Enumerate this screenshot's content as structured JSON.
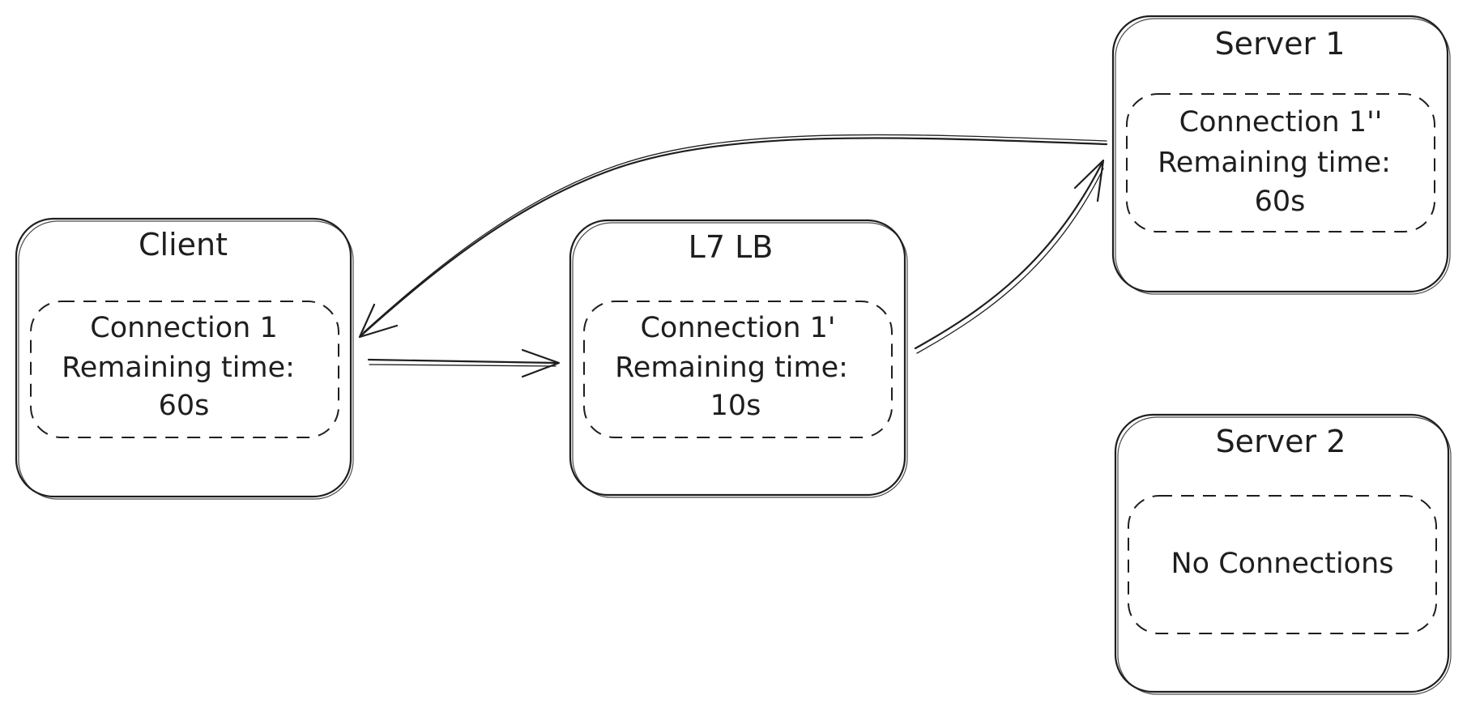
{
  "nodes": {
    "client": {
      "title": "Client",
      "connection": {
        "name": "Connection 1",
        "label": "Remaining time:",
        "value": "60s"
      }
    },
    "lb": {
      "title": "L7 LB",
      "connection": {
        "name": "Connection 1'",
        "label": "Remaining time:",
        "value": "10s"
      }
    },
    "server1": {
      "title": "Server 1",
      "connection": {
        "name": "Connection 1''",
        "label": "Remaining time:",
        "value": "60s"
      }
    },
    "server2": {
      "title": "Server 2",
      "connection": {
        "name": "No Connections"
      }
    }
  },
  "colors": {
    "stroke": "#1e1e1e",
    "background": "#ffffff"
  }
}
